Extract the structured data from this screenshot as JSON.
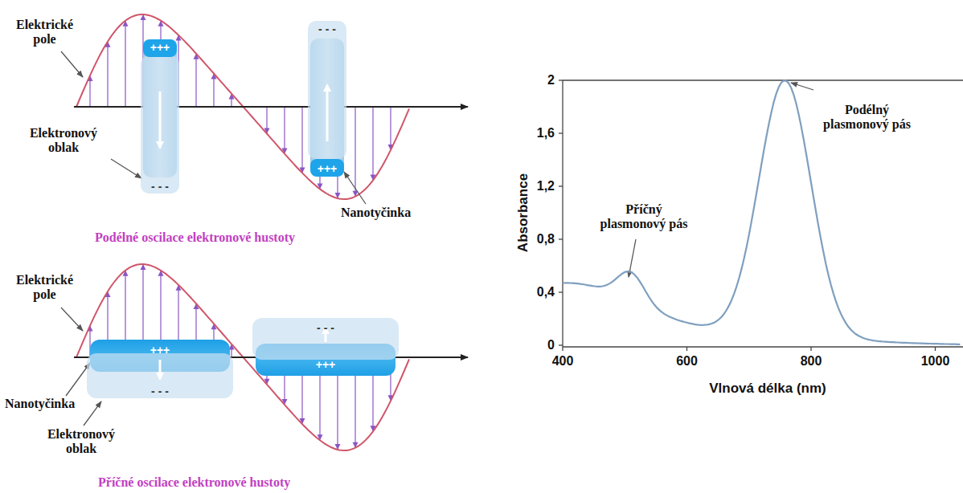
{
  "diagram": {
    "nodes": [
      {
        "text": [
          "+++",
          "- - -"
        ]
      },
      {
        "text": [
          "- - -",
          "+++"
        ]
      },
      {
        "text": [
          "+++",
          "- - -"
        ]
      },
      {
        "text": [
          "- - -",
          "+++"
        ]
      }
    ],
    "labels": [
      "Elektrické pole",
      "Elektronový oblak",
      "Nanotyčinka",
      "Podélné oscilace elektronové hustoty",
      "Elektrické pole",
      "Nanotyčinka",
      "Elektronový oblak",
      "Příčné oscilace elektronové hustoty",
      "2",
      "1,6",
      "1,2",
      "0,8",
      "0,4",
      "0",
      "400",
      "600",
      "800",
      "1000",
      "Absorbance",
      "Vlnová délka (nm)",
      "Podélný plasmonový pás",
      "Příčný plasmonový pás"
    ]
  }
}
